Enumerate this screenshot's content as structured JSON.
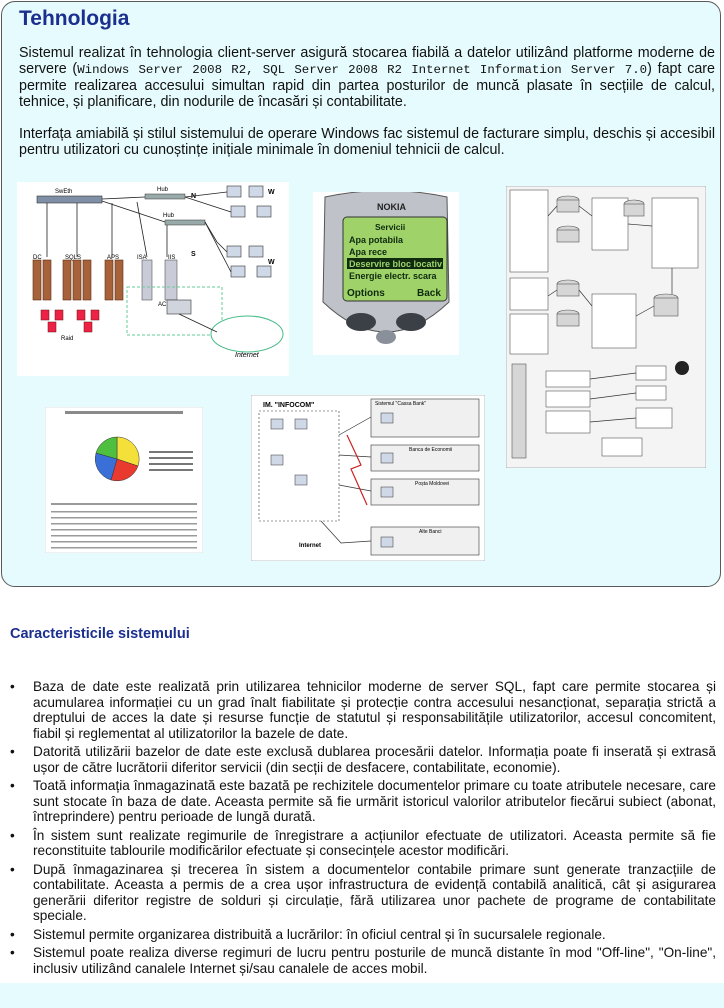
{
  "header": {
    "title": "Tehnologia"
  },
  "intro": {
    "p1_a": "Sistemul realizat în tehnologia client-server asigură stocarea fiabilă a datelor utilizând platforme moderne de servere (",
    "p1_code": "Windows Server 2008 R2, SQL Server 2008 R2 Internet Information Server 7.0",
    "p1_b": ") fapt care permite realizarea accesului simultan rapid din partea posturilor de muncă plasate în secțiile de calcul, tehnice, și planificare, din nodurile de încasări și contabilitate.",
    "p2": "Interfața amiabilă și stilul sistemului de operare Windows fac sistemul de facturare simplu, deschis și accesibil pentru utilizatori cu cunoștințe inițiale minimale în domeniul tehnicii de calcul."
  },
  "figures": {
    "network": {
      "switch": "SwEth",
      "hub1": "Hub",
      "hub2": "Hub",
      "n": "N",
      "s": "S",
      "w1": "W",
      "w2": "W",
      "dc": "DC",
      "sqls": "SQLS",
      "aps": "APS",
      "isa": "ISA",
      "iis": "IIS",
      "ac": "AC",
      "raid": "Raid",
      "internet": "Internet"
    },
    "phone": {
      "brand": "NOKIA",
      "menu_title": "Servicii",
      "items": [
        "Apa potabila",
        "Apa rece",
        "Deservire bloc locativ",
        "Energie electr. scara"
      ],
      "soft_left": "Options",
      "soft_right": "Back"
    },
    "diagram2": {
      "org": "IM. \"INFOCOM\"",
      "sys": "Sistemul \"Cassa Bank\"",
      "b1": "Banca de Economii",
      "b2": "Poșta Moldovei",
      "b3": "Alte Banci",
      "net": "Internet"
    }
  },
  "features": {
    "title": "Caracteristicile sistemului",
    "items": [
      "Baza de date este realizată prin utilizarea tehnicilor moderne de server SQL, fapt care permite stocarea și acumularea informației cu un grad înalt fiabilitate și protecție contra accesului nesancționat, separația strictă a dreptului de acces la date și resurse funcție de statutul și responsabilitățile utilizatorilor, accesul concomitent, fiabil și reglementat al utilizatorilor la bazele de date.",
      "Datorită utilizării bazelor de date este exclusă dublarea procesării datelor. Informația poate fi inserată și extrasă ușor de către lucrătorii diferitor servicii (din secții de desfacere, contabilitate, economie).",
      "Toată informația înmagazinată este bazată pe rechizitele documentelor primare cu toate atributele necesare, care sunt stocate în baza de date. Aceasta permite să fie urmărit istoricul valorilor atributelor fiecărui subiect (abonat, întreprindere) pentru perioade de lungă durată.",
      "În sistem sunt realizate regimurile de înregistrare a acțiunilor efectuate de utilizatori. Aceasta permite să fie reconstituite tablourile modificărilor efectuate și consecințele acestor modificări.",
      "După înmagazinarea și trecerea în sistem a documentelor contabile primare sunt generate tranzacțiile de contabilitate. Aceasta a permis de a crea ușor infrastructura de evidență contabilă analitică, cât și asigurarea generării diferitor registre de solduri și circulație, fără utilizarea unor pachete de programe de contabilitate speciale.",
      "Sistemul permite organizarea distribuită a lucrărilor: în oficiul central și în sucursalele regionale.",
      " Sistemul poate realiza diverse regimuri de lucru pentru posturile de muncă distante în mod \"Off-line\", \"On-line\", inclusiv utilizând canalele Internet și/sau canalele de acces mobil."
    ],
    "bullet": "•"
  },
  "colors": {
    "panel_bg": "#e6fbfd",
    "heading": "#1b2f8f",
    "pie": [
      "#3a6fd8",
      "#f4e03a",
      "#e83a2e",
      "#4fbf3f"
    ]
  }
}
